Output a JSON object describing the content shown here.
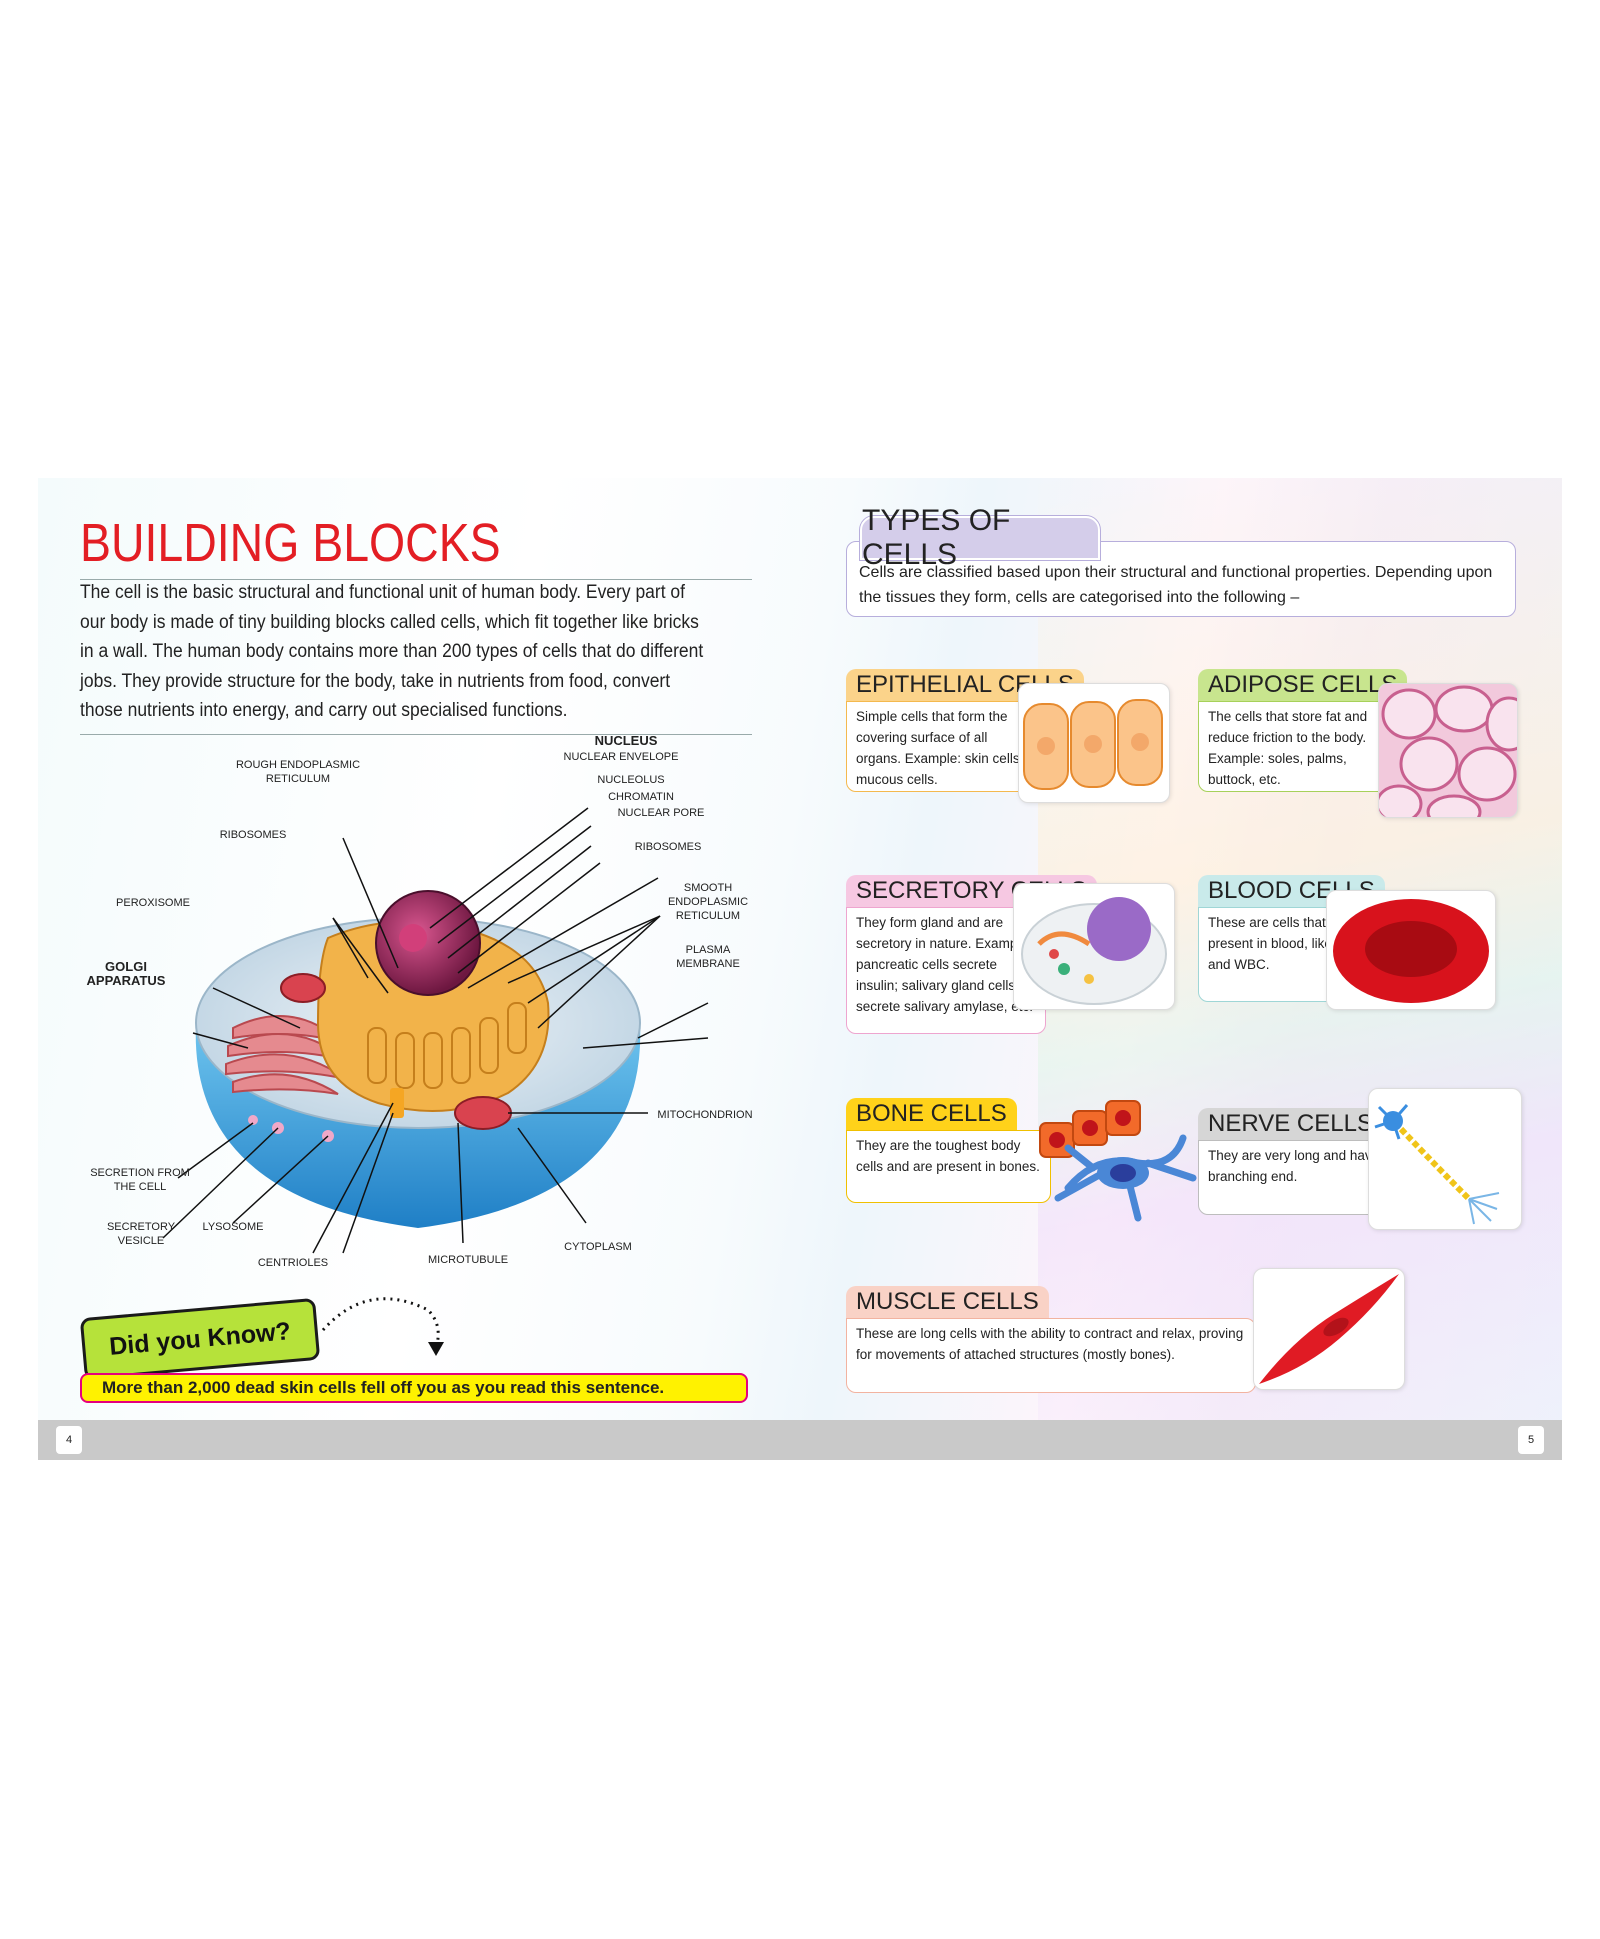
{
  "left": {
    "title": "BUILDING BLOCKS",
    "intro": "The cell is the basic structural and functional unit of human body. Every part of our body is made of tiny building blocks called cells, which fit together like bricks in a wall. The human body contains more than 200 types of cells that do different jobs. They provide structure for the body, take in nutrients from food, convert those nutrients into energy, and carry out specialised functions.",
    "labels": {
      "nucleus": "NUCLEUS",
      "nuclear_envelope": "NUCLEAR ENVELOPE",
      "nucleolus": "NUCLEOLUS",
      "chromatin": "CHROMATIN",
      "nuclear_pore": "NUCLEAR PORE",
      "rough_er": "ROUGH ENDOPLASMIC RETICULUM",
      "ribosomes_left": "RIBOSOMES",
      "ribosomes_right": "RIBOSOMES",
      "peroxisome": "PEROXISOME",
      "smooth_er": "SMOOTH ENDOPLASMIC RETICULUM",
      "plasma_membrane": "PLASMA MEMBRANE",
      "golgi": "GOLGI APPARATUS",
      "mitochondrion": "MITOCHONDRION",
      "secretion": "SECRETION FROM THE CELL",
      "secretory_vesicle": "SECRETORY VESICLE",
      "lysosome": "LYSOSOME",
      "centrioles": "CENTRIOLES",
      "microtubule": "MICROTUBULE",
      "cytoplasm": "CYTOPLASM"
    },
    "did_you_know": "Did you Know?",
    "fact": "More than 2,000 dead skin cells fell off you as you read this sentence.",
    "page_number": "4"
  },
  "right": {
    "types_title": "TYPES OF CELLS",
    "types_intro": "Cells are classified based upon their structural and functional properties. Depending upon the tissues they form, cells are categorised into the following –",
    "cards": [
      {
        "title": "EPITHELIAL CELLS",
        "text": "Simple cells that form the covering surface of all organs. Example: skin cells, mucous cells.",
        "color": "#fbd38a",
        "border": "#f4b94e"
      },
      {
        "title": "ADIPOSE CELLS",
        "text": "The cells that store fat and reduce friction to the body. Example: soles, palms, buttock, etc.",
        "color": "#c8e58e",
        "border": "#a7d15a"
      },
      {
        "title": "SECRETORY CELLS",
        "text": "They form gland and are secretory in nature. Example: pancreatic cells secrete insulin; salivary gland cells secrete salivary amylase, etc.",
        "color": "#f6c8e2",
        "border": "#eea5cf"
      },
      {
        "title": "BLOOD CELLS",
        "text": "These are cells that are present in blood, like RBC and WBC.",
        "color": "#c9eaea",
        "border": "#9fd6d6"
      },
      {
        "title": "BONE CELLS",
        "text": "They are the toughest body cells and are present in bones.",
        "color": "#ffd21a",
        "border": "#f0c000"
      },
      {
        "title": "NERVE CELLS",
        "text": "They are very long and have branching end.",
        "color": "#d6d6d6",
        "border": "#bdbdbd"
      },
      {
        "title": "MUSCLE CELLS",
        "text": "These are long cells with the ability to contract and relax, proving for movements of attached structures (mostly bones).",
        "color": "#f9d2c6",
        "border": "#f2b3a0"
      }
    ],
    "page_number": "5"
  }
}
